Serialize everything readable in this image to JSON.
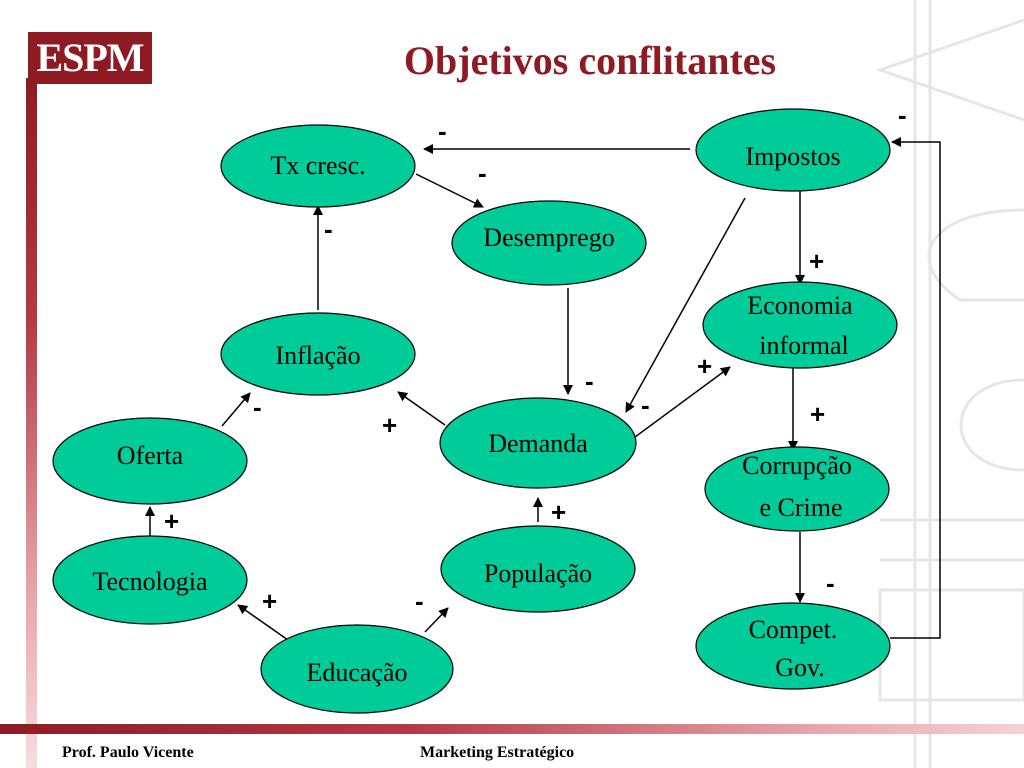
{
  "header": {
    "logo": "ESPM",
    "title": "Objetivos conflitantes"
  },
  "diagram": {
    "nodes": {
      "tx_cresc": [
        "Tx cresc."
      ],
      "desemprego": [
        "Desemprego"
      ],
      "impostos": [
        "Impostos"
      ],
      "economia_informal": [
        "Economia",
        "informal"
      ],
      "inflacao": [
        "Inflação"
      ],
      "demanda": [
        "Demanda"
      ],
      "oferta": [
        "Oferta"
      ],
      "corrupcao": [
        "Corrupção",
        "e Crime"
      ],
      "tecnologia": [
        "Tecnologia"
      ],
      "populacao": [
        "População"
      ],
      "educacao": [
        "Educação"
      ],
      "compet_gov": [
        "Compet.",
        "Gov."
      ]
    },
    "edges": [
      {
        "from": "impostos",
        "to": "tx_cresc",
        "sign": "-"
      },
      {
        "from": "tx_cresc",
        "to": "desemprego",
        "sign": "-"
      },
      {
        "from": "inflacao",
        "to": "tx_cresc",
        "sign": "-"
      },
      {
        "from": "compet_gov",
        "to": "impostos",
        "sign": "-"
      },
      {
        "from": "impostos",
        "to": "economia_informal",
        "sign": "+"
      },
      {
        "from": "impostos",
        "to": "demanda",
        "sign": "-"
      },
      {
        "from": "desemprego",
        "to": "demanda",
        "sign": "-"
      },
      {
        "from": "demanda",
        "to": "economia_informal",
        "sign": "+"
      },
      {
        "from": "demanda",
        "to": "inflacao",
        "sign": "+"
      },
      {
        "from": "oferta",
        "to": "inflacao",
        "sign": "-"
      },
      {
        "from": "economia_informal",
        "to": "corrupcao",
        "sign": "+"
      },
      {
        "from": "tecnologia",
        "to": "oferta",
        "sign": "+"
      },
      {
        "from": "populacao",
        "to": "demanda",
        "sign": "+"
      },
      {
        "from": "corrupcao",
        "to": "compet_gov",
        "sign": "-"
      },
      {
        "from": "educacao",
        "to": "tecnologia",
        "sign": "+"
      },
      {
        "from": "educacao",
        "to": "populacao",
        "sign": "-"
      }
    ]
  },
  "footer": {
    "author": "Prof. Paulo Vicente",
    "course": "Marketing Estratégico"
  },
  "colors": {
    "brand": "#8e1b24",
    "node_fill": "#00cc99",
    "node_stroke": "#000000"
  }
}
